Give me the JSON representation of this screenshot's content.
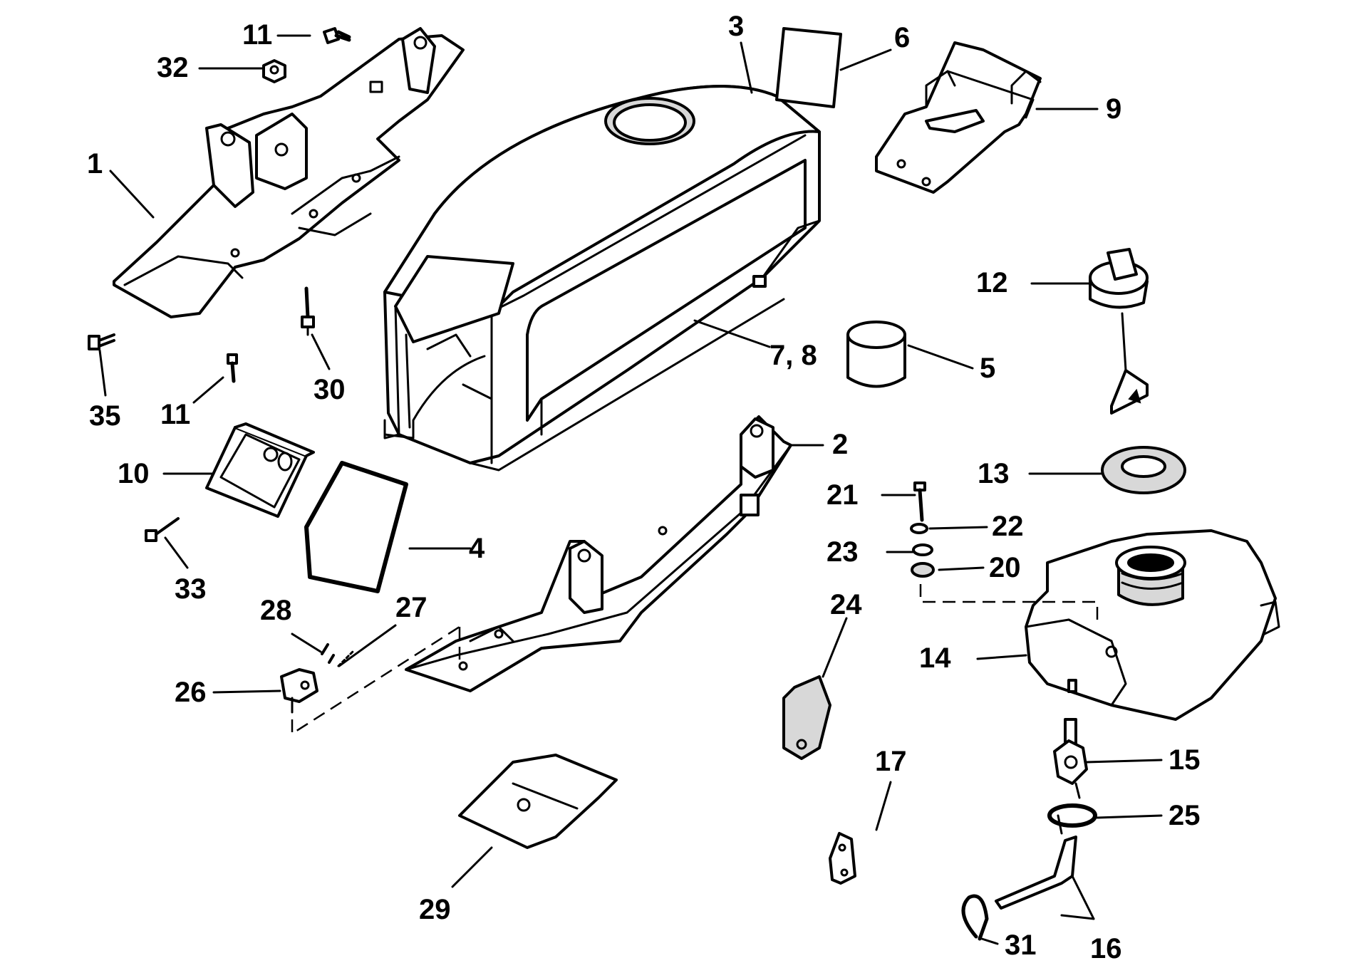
{
  "diagram": {
    "callouts": {
      "c1": "1",
      "c2": "2",
      "c3": "3",
      "c4": "4",
      "c5": "5",
      "c6": "6",
      "c78": "7, 8",
      "c9": "9",
      "c10": "10",
      "c11a": "11",
      "c11b": "11",
      "c12": "12",
      "c13": "13",
      "c14": "14",
      "c15": "15",
      "c16": "16",
      "c17": "17",
      "c20": "20",
      "c21": "21",
      "c22": "22",
      "c23": "23",
      "c24": "24",
      "c25": "25",
      "c26": "26",
      "c27": "27",
      "c28": "28",
      "c29": "29",
      "c30": "30",
      "c31": "31",
      "c32": "32",
      "c33": "33",
      "c35": "35"
    }
  }
}
